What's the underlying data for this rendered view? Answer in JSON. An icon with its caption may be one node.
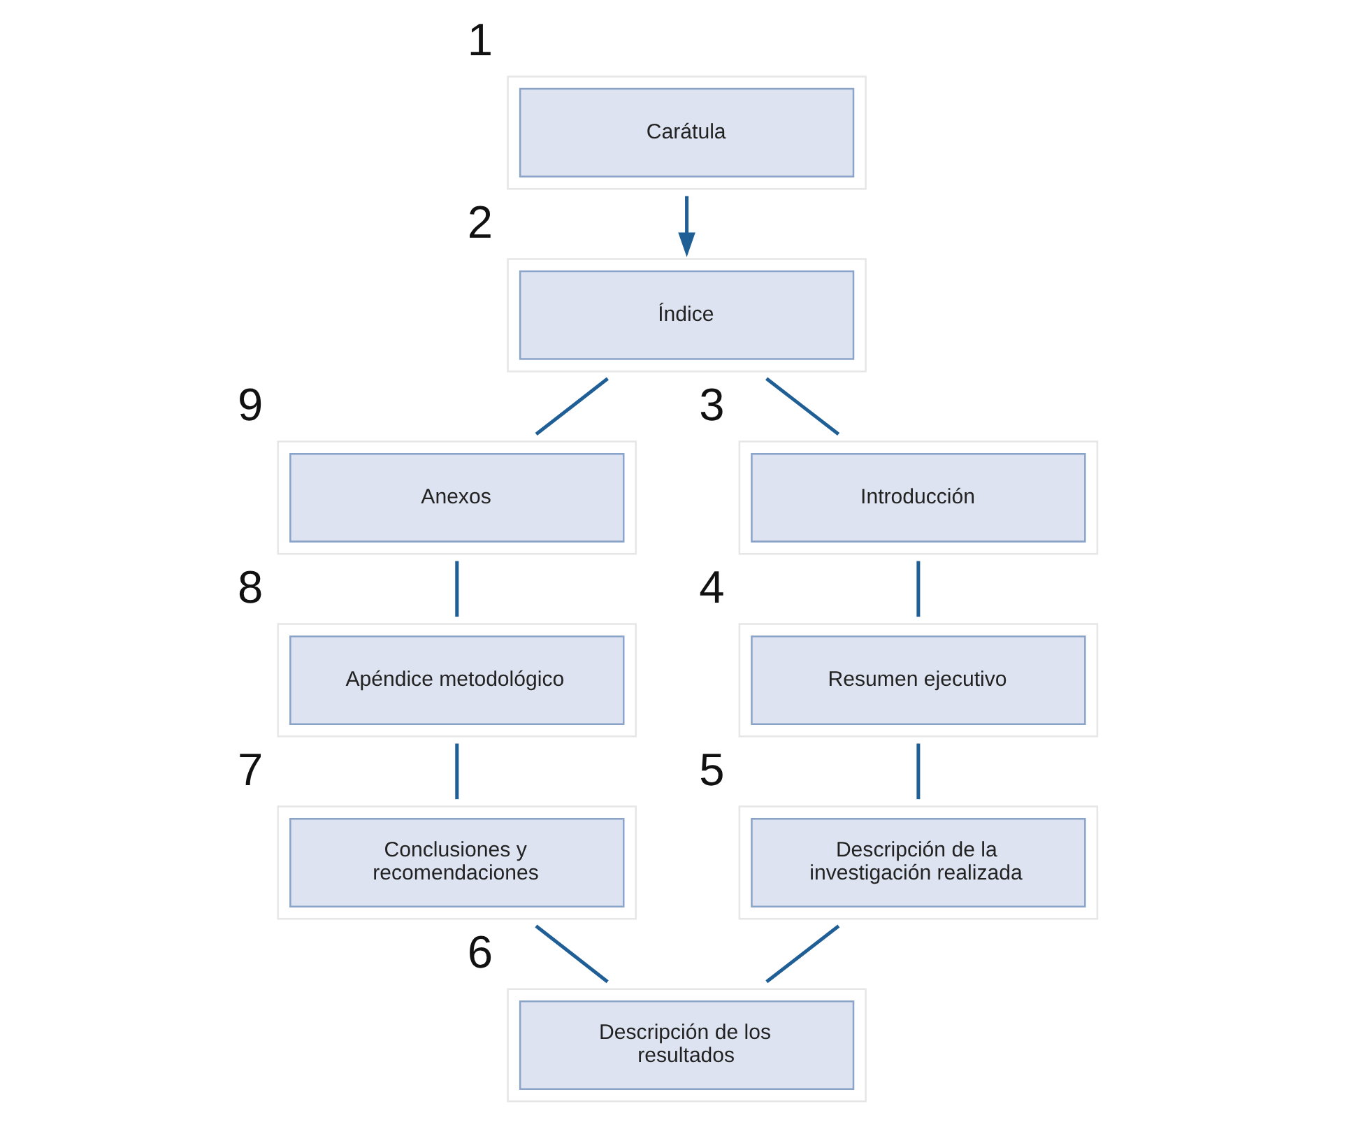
{
  "diagram": {
    "nodes": [
      {
        "text": [
          "Carátula"
        ],
        "beside": [
          "1"
        ]
      },
      {
        "text": [
          "Índice"
        ],
        "beside": [
          "2"
        ]
      },
      {
        "text": [
          "Introducción"
        ],
        "beside": [
          "3"
        ]
      },
      {
        "text": [
          "Resumen ejecutivo"
        ],
        "beside": [
          "4"
        ]
      },
      {
        "text": [
          "Descripción de la investigación realizada"
        ],
        "beside": [
          "5"
        ]
      },
      {
        "text": [
          "Descripción de los resultados"
        ],
        "beside": [
          "6"
        ]
      },
      {
        "text": [
          "Conclusiones y recomendaciones"
        ],
        "beside": [
          "7"
        ]
      },
      {
        "text": [
          "Apéndice metodológico"
        ],
        "beside": [
          "8"
        ]
      },
      {
        "text": [
          "Anexos"
        ],
        "beside": [
          "9"
        ]
      }
    ],
    "edges": [
      {
        "from": 0,
        "to": 1,
        "arrow": "to"
      },
      {
        "from": 1,
        "to": 2,
        "arrow": "none"
      },
      {
        "from": 2,
        "to": 3,
        "arrow": "none"
      },
      {
        "from": 3,
        "to": 4,
        "arrow": "none"
      },
      {
        "from": 4,
        "to": 5,
        "arrow": "none"
      },
      {
        "from": 5,
        "to": 6,
        "arrow": "none"
      },
      {
        "from": 6,
        "to": 7,
        "arrow": "none"
      },
      {
        "from": 7,
        "to": 8,
        "arrow": "none"
      },
      {
        "from": 8,
        "to": 1,
        "arrow": "none"
      }
    ]
  }
}
